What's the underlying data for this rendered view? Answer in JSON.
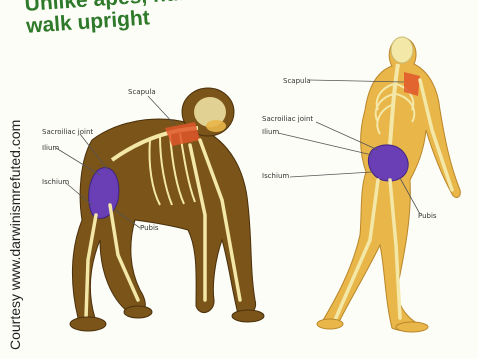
{
  "title": {
    "line1": "Unlike apes, humans",
    "line2": "walk upright"
  },
  "credit": "Courtesy www.darwinismrefuted.com",
  "ape": {
    "labels": {
      "scapula": "Scapula",
      "sacroiliac": "Sacroiliac joint",
      "ilium": "Ilium",
      "ischium": "Ischium",
      "pubis": "Pubis"
    }
  },
  "human": {
    "labels": {
      "scapula": "Scapula",
      "sacroiliac": "Sacroiliac joint",
      "ilium": "Ilium",
      "ischium": "Ischium",
      "pubis": "Pubis"
    }
  },
  "colors": {
    "title": "#2f7a2a",
    "ape_fur": "#7a5418",
    "bone": "#f3e8a8",
    "pelvis": "#6a3fb5",
    "skin": "#e9b64a",
    "highlight": "#e0572a"
  }
}
